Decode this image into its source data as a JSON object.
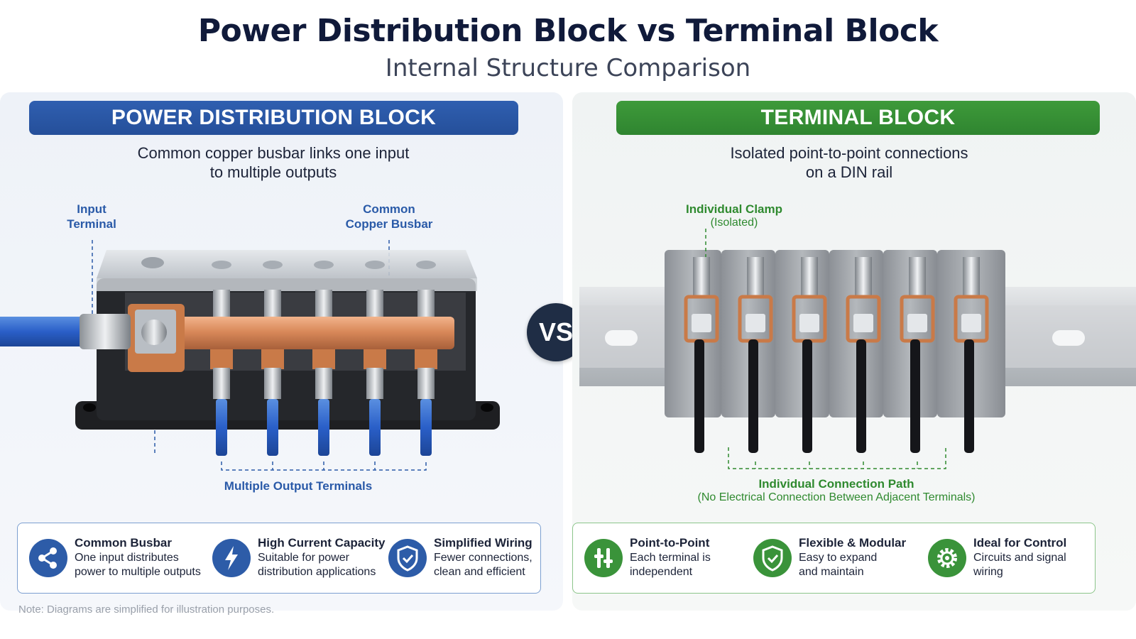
{
  "header": {
    "title": "Power Distribution Block vs Terminal Block",
    "subtitle": "Internal Structure Comparison"
  },
  "left": {
    "banner": "POWER DISTRIBUTION BLOCK",
    "description": "Common copper busbar links one input\nto multiple outputs",
    "labels": {
      "input_terminal": "Input\nTerminal",
      "common_busbar": "Common\nCopper Busbar",
      "outputs": "Multiple Output Terminals"
    },
    "features": [
      {
        "title": "Common Busbar",
        "desc": "One input distributes\npower to multiple outputs",
        "icon": "share-icon"
      },
      {
        "title": "High Current Capacity",
        "desc": "Suitable for power\ndistribution applications",
        "icon": "lightning-icon"
      },
      {
        "title": "Simplified Wiring",
        "desc": "Fewer connections,\nclean and efficient",
        "icon": "shield-check-icon"
      }
    ],
    "colors": {
      "accent": "#2a5aa8",
      "copper": "#d9895a"
    }
  },
  "vs": "VS",
  "right": {
    "banner": "TERMINAL BLOCK",
    "description": "Isolated point-to-point connections\non a DIN rail",
    "labels": {
      "clamp": "Individual Clamp",
      "clamp_sub": "(Isolated)",
      "path": "Individual Connection Path",
      "path_sub": "(No Electrical Connection Between Adjacent Terminals)"
    },
    "features": [
      {
        "title": "Point-to-Point",
        "desc": "Each terminal is\nindependent",
        "icon": "parallel-lines-icon"
      },
      {
        "title": "Flexible & Modular",
        "desc": "Easy to expand\nand maintain",
        "icon": "shield-check-icon"
      },
      {
        "title": "Ideal for Control",
        "desc": "Circuits and signal\nwiring",
        "icon": "gear-icon"
      }
    ],
    "colors": {
      "accent": "#2f8a2f"
    }
  },
  "note": "Note: Diagrams are simplified for illustration purposes."
}
